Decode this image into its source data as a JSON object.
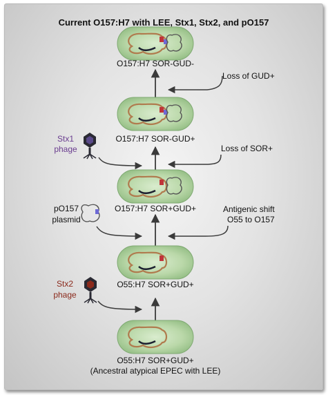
{
  "title": "Current O157:H7 with LEE, Stx1, Stx2, and pO157",
  "cells": [
    {
      "label": "O157:H7 SOR-GUD-"
    },
    {
      "label": "O157:H7 SOR-GUD+"
    },
    {
      "label": "O157:H7 SOR+GUD+"
    },
    {
      "label": "O55:H7 SOR+GUD+"
    },
    {
      "label": "O55:H7 SOR+GUD+"
    }
  ],
  "ancestor_note": "(Ancestral atypical EPEC with LEE)",
  "events_right": [
    "Loss of GUD+",
    "Loss of SOR+",
    "Antigenic shift",
    "O55 to O157"
  ],
  "inputs_left": {
    "stx1": [
      "Stx1",
      "phage"
    ],
    "po157": [
      "pO157",
      "plasmid"
    ],
    "stx2": [
      "Stx2",
      "phage"
    ]
  },
  "colors": {
    "cell_fill": "#b5d4a4",
    "cell_edge": "#7fa972",
    "stx1_text": "#6a3d8f",
    "stx2_text": "#8b2a1c",
    "chromosome": "#b07b4e",
    "lee": "#1c2030",
    "stx_marker": "#c0343a",
    "plasmid_marker": "#6e6ad6"
  }
}
